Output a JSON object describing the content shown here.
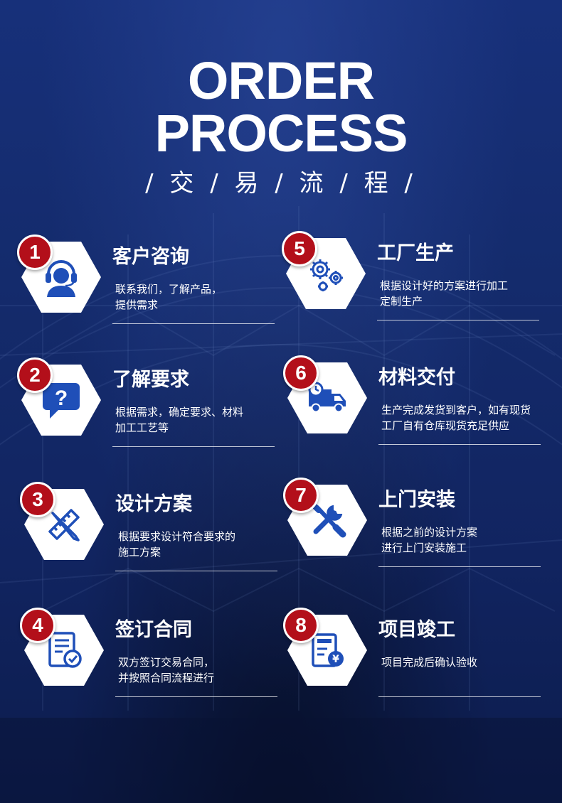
{
  "header": {
    "title_line1": "ORDER",
    "title_line2": "PROCESS",
    "subtitle": "/ 交 / 易 / 流 / 程 /"
  },
  "colors": {
    "background": "#142b6c",
    "badge": "#b30f1a",
    "icon": "#1f4fb8",
    "text": "#ffffff"
  },
  "steps": [
    {
      "number": "1",
      "title": "客户咨询",
      "desc": [
        "联系我们，了解产品，",
        "提供需求"
      ],
      "icon": "customer-service-icon"
    },
    {
      "number": "2",
      "title": "了解要求",
      "desc": [
        "根据需求，确定要求、材料",
        "加工工艺等"
      ],
      "icon": "question-bubble-icon"
    },
    {
      "number": "3",
      "title": "设计方案",
      "desc": [
        "根据要求设计符合要求的",
        "施工方案"
      ],
      "icon": "pencil-ruler-icon"
    },
    {
      "number": "4",
      "title": "签订合同",
      "desc": [
        "双方签订交易合同，",
        "并按照合同流程进行"
      ],
      "icon": "contract-icon"
    },
    {
      "number": "5",
      "title": "工厂生产",
      "desc": [
        "根据设计好的方案进行加工",
        "定制生产"
      ],
      "icon": "gears-icon"
    },
    {
      "number": "6",
      "title": "材料交付",
      "desc": [
        "生产完成发货到客户，如有现货",
        "工厂自有仓库现货充足供应"
      ],
      "icon": "delivery-truck-icon"
    },
    {
      "number": "7",
      "title": "上门安装",
      "desc": [
        "根据之前的设计方案",
        "进行上门安装施工"
      ],
      "icon": "tools-icon"
    },
    {
      "number": "8",
      "title": "项目竣工",
      "desc": [
        "项目完成后确认验收"
      ],
      "icon": "invoice-yen-icon"
    }
  ]
}
